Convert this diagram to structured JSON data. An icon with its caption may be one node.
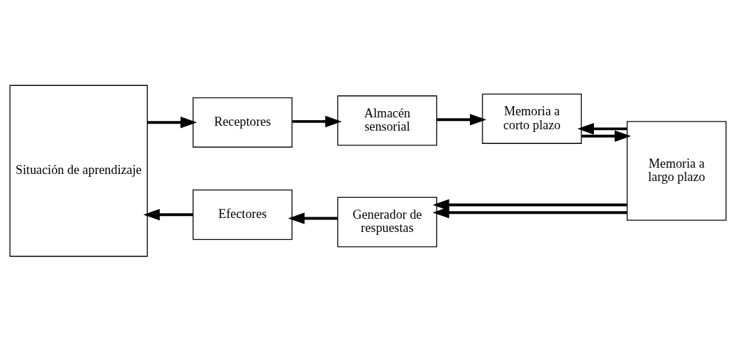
{
  "diagram": {
    "nodes": [
      {
        "text": [
          "Situación de aprendizaje"
        ]
      },
      {
        "text": [
          "Generador de respuestas"
        ]
      },
      {
        "text": [
          "Efectores"
        ]
      },
      {
        "text": [
          "Receptores"
        ]
      },
      {
        "text": [
          "Almacén sensorial"
        ]
      },
      {
        "text": [
          "Memoria a corto plazo"
        ]
      },
      {
        "text": [
          "Memoria a largo plazo"
        ]
      }
    ],
    "edges": [
      {
        "from": 0,
        "to": 3,
        "arrow": "to"
      },
      {
        "from": 3,
        "to": 4,
        "arrow": "to"
      },
      {
        "from": 4,
        "to": 5,
        "arrow": "to"
      },
      {
        "from": 5,
        "to": 6,
        "arrow": "to"
      },
      {
        "from": 6,
        "to": 5,
        "arrow": "to"
      },
      {
        "from": 6,
        "to": 1,
        "arrow": "to"
      },
      {
        "from": 6,
        "to": 1,
        "arrow": "to"
      },
      {
        "from": 1,
        "to": 2,
        "arrow": "to"
      },
      {
        "from": 2,
        "to": 0,
        "arrow": "to"
      }
    ]
  }
}
